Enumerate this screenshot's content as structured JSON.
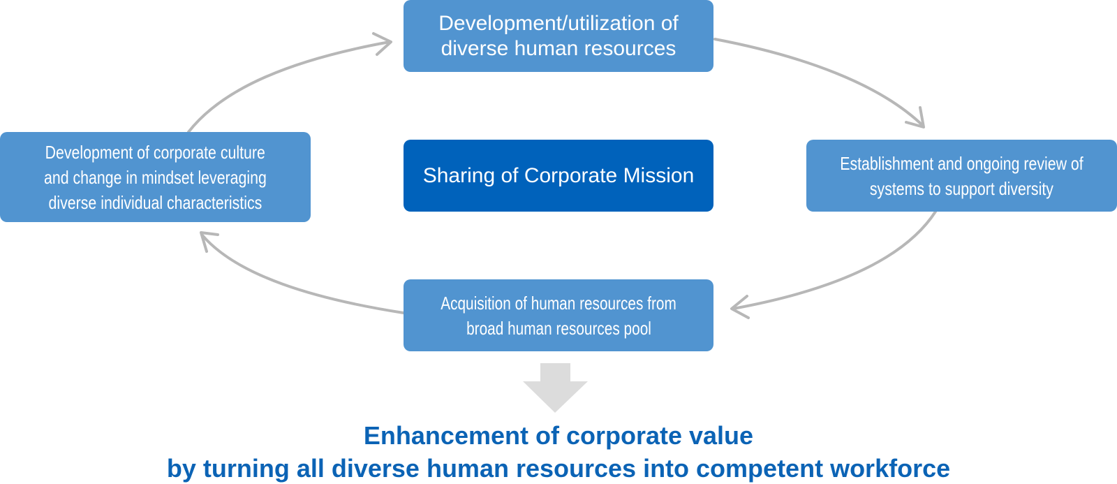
{
  "diagram": {
    "top_box": {
      "lines": [
        "Development/utilization of",
        "diverse human resources"
      ]
    },
    "center_box": {
      "lines": [
        "Sharing of Corporate Mission"
      ]
    },
    "left_box": {
      "lines": [
        "Development of corporate culture",
        "and change in mindset leveraging",
        "diverse individual characteristics"
      ]
    },
    "right_box": {
      "lines": [
        "Establishment and ongoing review of",
        "systems to support diversity"
      ]
    },
    "bottom_box": {
      "lines": [
        "Acquisition of human resources from",
        "broad human resources pool"
      ]
    },
    "conclusion": {
      "lines": [
        "Enhancement of corporate value",
        "by turning all diverse human resources into competent workforce"
      ]
    }
  },
  "colors": {
    "box_light": "#5194d0",
    "box_dark": "#0062bb",
    "arrow_gray": "#b7b7b7",
    "down_arrow": "#dcdcdc",
    "conclusion_text": "#0b63b5"
  }
}
